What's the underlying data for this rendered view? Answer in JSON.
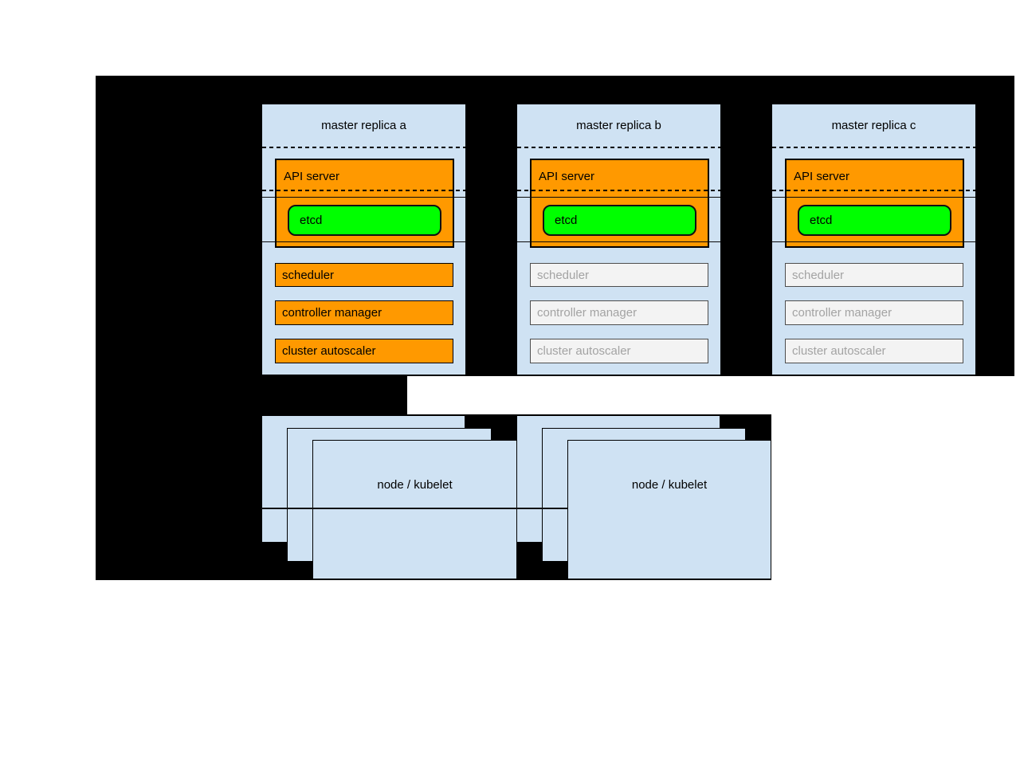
{
  "diagram": {
    "title_hint": "kubernetes high-availability masters",
    "colors": {
      "background": "#000000",
      "panel_blue": "#cfe2f3",
      "active_orange": "#ff9900",
      "etcd_green": "#00ff00",
      "standby_fill": "#f3f3f3",
      "standby_text": "#a3a3a3"
    },
    "replicas": [
      {
        "title": "master replica a",
        "state": "active",
        "components": {
          "api_server": "API server",
          "etcd": "etcd",
          "scheduler": "scheduler",
          "controller_manager": "controller manager",
          "cluster_autoscaler": "cluster autoscaler"
        }
      },
      {
        "title": "master replica b",
        "state": "standby",
        "components": {
          "api_server": "API server",
          "etcd": "etcd",
          "scheduler": "scheduler",
          "controller_manager": "controller manager",
          "cluster_autoscaler": "cluster autoscaler"
        }
      },
      {
        "title": "master replica c",
        "state": "standby",
        "components": {
          "api_server": "API server",
          "etcd": "etcd",
          "scheduler": "scheduler",
          "controller_manager": "controller manager",
          "cluster_autoscaler": "cluster autoscaler"
        }
      }
    ],
    "node_groups": [
      {
        "label": "node / kubelet"
      },
      {
        "label": "node / kubelet"
      }
    ]
  }
}
